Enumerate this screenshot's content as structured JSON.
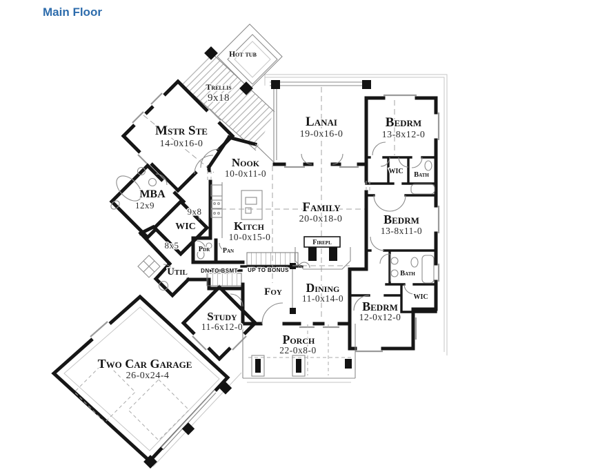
{
  "page": {
    "title": "Main Floor"
  },
  "colors": {
    "title": "#2d6cac",
    "wall": "#161616",
    "thin_line": "#8a8a8a",
    "background": "#ffffff"
  },
  "plan": {
    "rooms": {
      "hot_tub": {
        "label": "Hot tub"
      },
      "trellis": {
        "label": "Trellis",
        "dims": "9x18"
      },
      "mstr_ste": {
        "label": "Mstr Ste",
        "dims": "14-0x16-0"
      },
      "lanai": {
        "label": "Lanai",
        "dims": "19-0x16-0"
      },
      "bedrm_top": {
        "label": "Bedrm",
        "dims": "13-8x12-0"
      },
      "nook": {
        "label": "Nook",
        "dims": "10-0x11-0"
      },
      "mba": {
        "label": "MBA",
        "dims": "12x9"
      },
      "hall": {
        "dims": "9x8"
      },
      "wic_mstr": {
        "label": "WIC"
      },
      "closet": {
        "dims": "8x5"
      },
      "kitch": {
        "label": "Kitch",
        "dims": "10-0x15-0"
      },
      "family": {
        "label": "Family",
        "dims": "20-0x18-0"
      },
      "pdr": {
        "label": "Pdr"
      },
      "pan": {
        "label": "Pan"
      },
      "firepl": {
        "label": "Firepl"
      },
      "wic_top": {
        "label": "WIC"
      },
      "bath_top": {
        "label": "Bath"
      },
      "bedrm_mid": {
        "label": "Bedrm",
        "dims": "13-8x11-0"
      },
      "util": {
        "label": "Util"
      },
      "stair_dn": {
        "label": "dn to bsmt"
      },
      "stair_up": {
        "label": "up to bonus"
      },
      "foy": {
        "label": "Foy"
      },
      "dining": {
        "label": "Dining",
        "dims": "11-0x14-0"
      },
      "bath_low": {
        "label": "Bath"
      },
      "wic_low": {
        "label": "WIC"
      },
      "bedrm_low": {
        "label": "Bedrm",
        "dims": "12-0x12-0"
      },
      "study": {
        "label": "Study",
        "dims": "11-6x12-0"
      },
      "porch": {
        "label": "Porch",
        "dims": "22-0x8-0"
      },
      "garage": {
        "label": "Two Car Garage",
        "dims": "26-0x24-4"
      }
    }
  }
}
